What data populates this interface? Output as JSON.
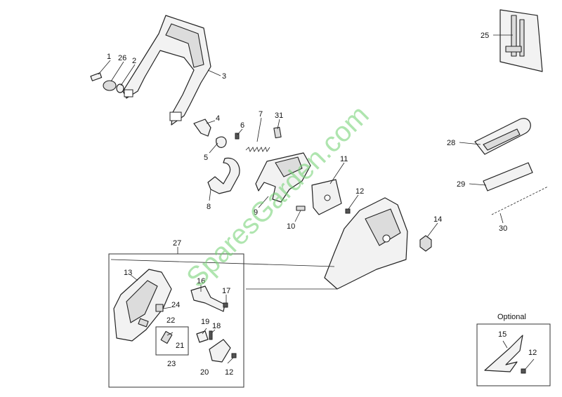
{
  "watermark": "SparesGarden.com",
  "optional_label": "Optional",
  "callouts": {
    "c1": "1",
    "c26": "26",
    "c2": "2",
    "c3": "3",
    "c4": "4",
    "c5": "5",
    "c6": "6",
    "c7": "7",
    "c31": "31",
    "c8": "8",
    "c9": "9",
    "c10": "10",
    "c11": "11",
    "c12a": "12",
    "c14": "14",
    "c25": "25",
    "c28": "28",
    "c29": "29",
    "c30": "30",
    "c27": "27",
    "c13": "13",
    "c16": "16",
    "c17": "17",
    "c24": "24",
    "c22": "22",
    "c19": "19",
    "c18": "18",
    "c21": "21",
    "c23": "23",
    "c20": "20",
    "c12b": "12",
    "c15": "15",
    "c12c": "12"
  }
}
